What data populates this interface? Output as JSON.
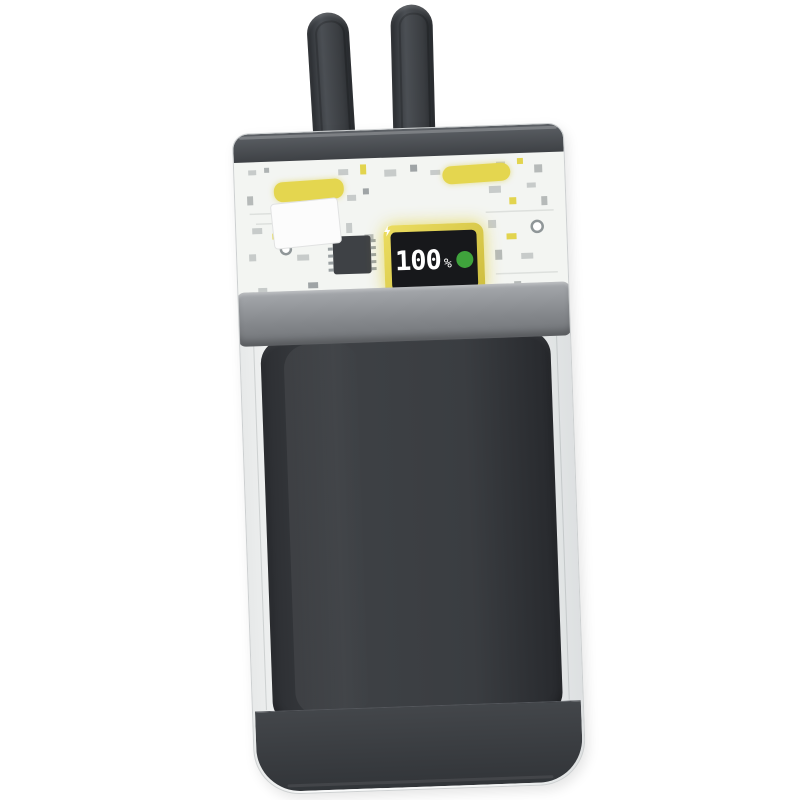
{
  "product": {
    "name": "transparent power bank with built-in plug",
    "display": {
      "value": "100",
      "unit": "%"
    },
    "icons": {
      "charging": "lightning-bolt"
    },
    "colors": {
      "accent_yellow": "#e4d64f",
      "charge_green": "#3fa33c",
      "screen_bg": "#17181b",
      "screen_text": "#ffffff",
      "body_dark": "#3b3e42",
      "band_gray": "#8d9094",
      "background": "#ffffff"
    }
  }
}
